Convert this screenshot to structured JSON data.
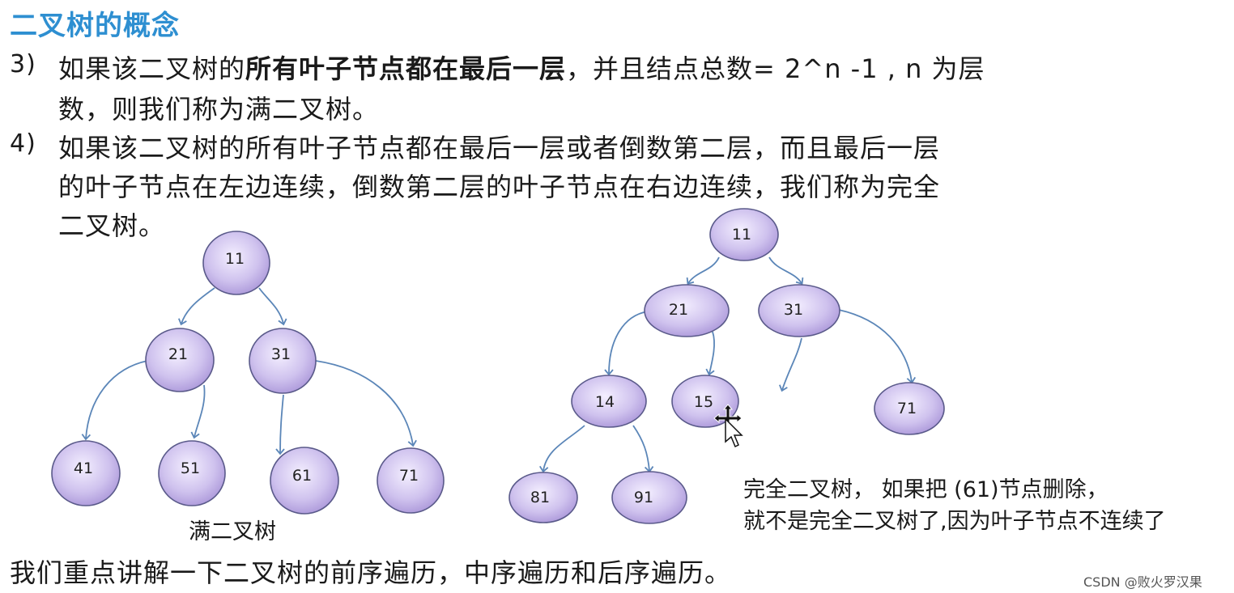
{
  "title": "二叉树的概念",
  "item3": {
    "num": "3)",
    "line1_pre": "如果该二叉树的",
    "line1_bold": "所有叶子节点都在最后一层",
    "line1_post": "，并且结点总数= 2^n -1 , n 为层",
    "line2": "数，则我们称为满二叉树。"
  },
  "item4": {
    "num": "4)",
    "line1": "如果该二叉树的所有叶子节点都在最后一层或者倒数第二层，而且最后一层",
    "line2": "的叶子节点在左边连续，倒数第二层的叶子节点在右边连续，我们称为完全",
    "line3": "二叉树。"
  },
  "tree_full": {
    "caption": "满二叉树",
    "nodes": [
      "11",
      "21",
      "31",
      "41",
      "51",
      "61",
      "71"
    ]
  },
  "tree_complete": {
    "nodes": [
      "11",
      "21",
      "31",
      "14",
      "15",
      "71",
      "81",
      "91"
    ],
    "note_line1": "完全二叉树， 如果把 (61)节点删除，",
    "note_line2": "就不是完全二叉树了,因为叶子节点不连续了"
  },
  "footer": "我们重点讲解一下二叉树的前序遍历，中序遍历和后序遍历。",
  "watermark": "CSDN @败火罗汉果"
}
